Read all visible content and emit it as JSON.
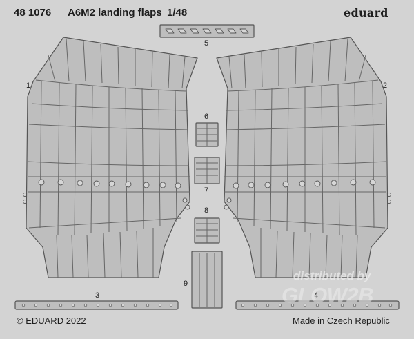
{
  "header": {
    "code": "48 1076",
    "name": "A6M2 landing flaps",
    "scale": "1/48",
    "brand": "eduard"
  },
  "footer": {
    "copyright": "© EDUARD 2022",
    "made_in": "Made in Czech Republic"
  },
  "part_numbers": [
    "1",
    "2",
    "3",
    "4",
    "5",
    "6",
    "7",
    "8",
    "9"
  ],
  "watermark": {
    "line1": "distributed by",
    "logo": "GLOW2B"
  },
  "colors": {
    "fret": "#d3d3d3",
    "part_fill": "#bebebe",
    "outline": "#555555"
  }
}
